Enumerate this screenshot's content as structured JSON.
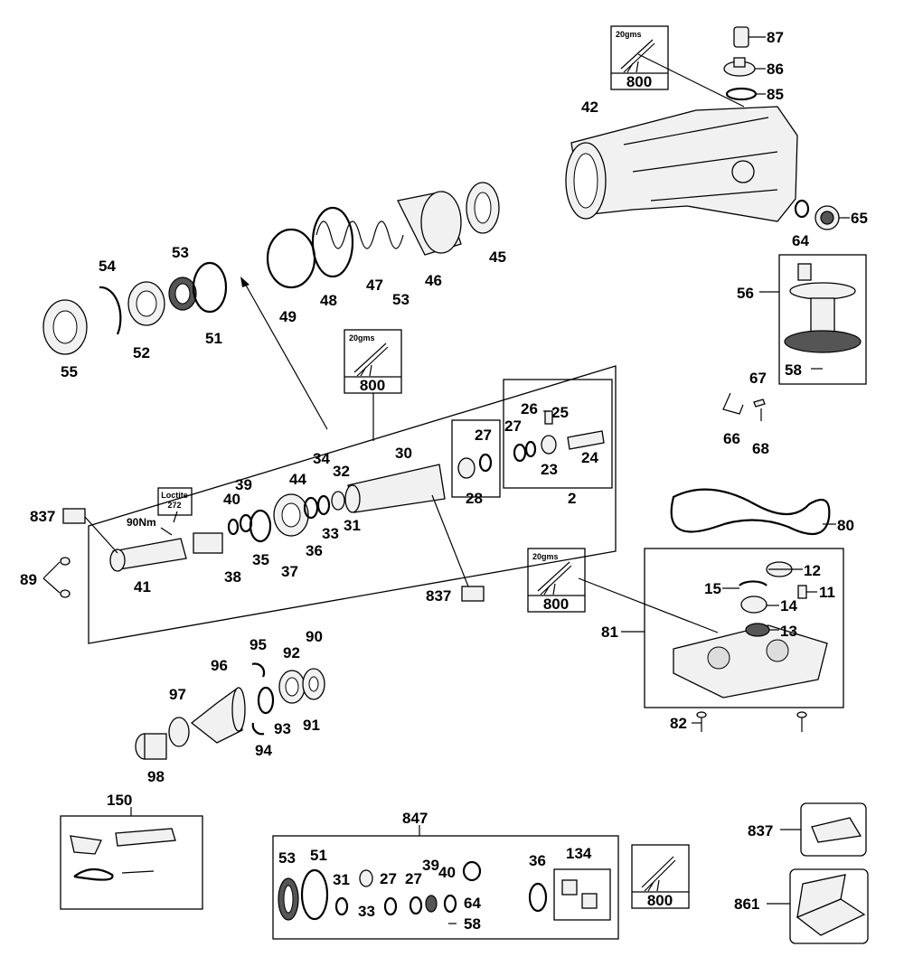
{
  "diagram": {
    "part_labels": [
      {
        "id": "87",
        "text": "87"
      },
      {
        "id": "86",
        "text": "86"
      },
      {
        "id": "85",
        "text": "85"
      },
      {
        "id": "42",
        "text": "42"
      },
      {
        "id": "65",
        "text": "65"
      },
      {
        "id": "64",
        "text": "64"
      },
      {
        "id": "45",
        "text": "45"
      },
      {
        "id": "46",
        "text": "46"
      },
      {
        "id": "47",
        "text": "47"
      },
      {
        "id": "48",
        "text": "48"
      },
      {
        "id": "49",
        "text": "49"
      },
      {
        "id": "53a",
        "text": "53"
      },
      {
        "id": "53b",
        "text": "53"
      },
      {
        "id": "54",
        "text": "54"
      },
      {
        "id": "51",
        "text": "51"
      },
      {
        "id": "52",
        "text": "52"
      },
      {
        "id": "55",
        "text": "55"
      },
      {
        "id": "56",
        "text": "56"
      },
      {
        "id": "58",
        "text": "58"
      },
      {
        "id": "67",
        "text": "67"
      },
      {
        "id": "66",
        "text": "66"
      },
      {
        "id": "68",
        "text": "68"
      },
      {
        "id": "27a",
        "text": "27"
      },
      {
        "id": "26",
        "text": "26"
      },
      {
        "id": "25",
        "text": "25"
      },
      {
        "id": "27b",
        "text": "27"
      },
      {
        "id": "23",
        "text": "23"
      },
      {
        "id": "24",
        "text": "24"
      },
      {
        "id": "28",
        "text": "28"
      },
      {
        "id": "2",
        "text": "2"
      },
      {
        "id": "30",
        "text": "30"
      },
      {
        "id": "34",
        "text": "34"
      },
      {
        "id": "44",
        "text": "44"
      },
      {
        "id": "32",
        "text": "32"
      },
      {
        "id": "39",
        "text": "39"
      },
      {
        "id": "40",
        "text": "40"
      },
      {
        "id": "33",
        "text": "33"
      },
      {
        "id": "31",
        "text": "31"
      },
      {
        "id": "36",
        "text": "36"
      },
      {
        "id": "37",
        "text": "37"
      },
      {
        "id": "35",
        "text": "35"
      },
      {
        "id": "38",
        "text": "38"
      },
      {
        "id": "41",
        "text": "41"
      },
      {
        "id": "837a",
        "text": "837"
      },
      {
        "id": "837b",
        "text": "837"
      },
      {
        "id": "89",
        "text": "89"
      },
      {
        "id": "80",
        "text": "80"
      },
      {
        "id": "12",
        "text": "12"
      },
      {
        "id": "15",
        "text": "15"
      },
      {
        "id": "11",
        "text": "11"
      },
      {
        "id": "14",
        "text": "14"
      },
      {
        "id": "13",
        "text": "13"
      },
      {
        "id": "81",
        "text": "81"
      },
      {
        "id": "82",
        "text": "82"
      },
      {
        "id": "95",
        "text": "95"
      },
      {
        "id": "92",
        "text": "92"
      },
      {
        "id": "90",
        "text": "90"
      },
      {
        "id": "96",
        "text": "96"
      },
      {
        "id": "97",
        "text": "97"
      },
      {
        "id": "93",
        "text": "93"
      },
      {
        "id": "91",
        "text": "91"
      },
      {
        "id": "94",
        "text": "94"
      },
      {
        "id": "98",
        "text": "98"
      },
      {
        "id": "150",
        "text": "150"
      },
      {
        "id": "847",
        "text": "847"
      },
      {
        "id": "k53",
        "text": "53"
      },
      {
        "id": "k51",
        "text": "51"
      },
      {
        "id": "k31",
        "text": "31"
      },
      {
        "id": "k33",
        "text": "33"
      },
      {
        "id": "k27a",
        "text": "27"
      },
      {
        "id": "k27b",
        "text": "27"
      },
      {
        "id": "k39",
        "text": "39"
      },
      {
        "id": "k40",
        "text": "40"
      },
      {
        "id": "k64",
        "text": "64"
      },
      {
        "id": "k58",
        "text": "58"
      },
      {
        "id": "k36",
        "text": "36"
      },
      {
        "id": "134",
        "text": "134"
      },
      {
        "id": "837c",
        "text": "837"
      },
      {
        "id": "861",
        "text": "861"
      }
    ],
    "grease_boxes": [
      {
        "id": "g1",
        "amount": "20gms",
        "number": "800"
      },
      {
        "id": "g2",
        "amount": "20gms",
        "number": "800"
      },
      {
        "id": "g3",
        "amount": "20gms",
        "number": "800"
      },
      {
        "id": "g4",
        "amount": "",
        "number": "800"
      }
    ],
    "loctite": {
      "brand": "Loctite",
      "number": "272"
    },
    "torque": "90Nm"
  }
}
